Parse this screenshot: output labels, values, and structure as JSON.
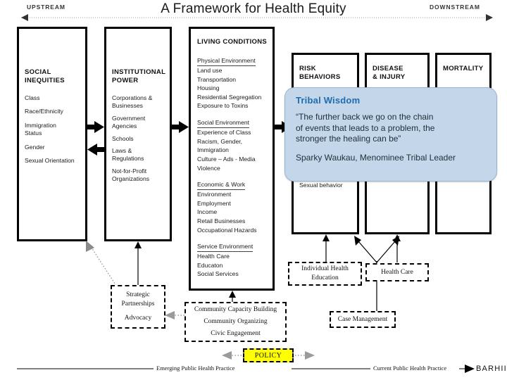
{
  "title": "A Framework for Health Equity",
  "stream": {
    "upstream": "UPSTREAM",
    "downstream": "DOWNSTREAM"
  },
  "colors": {
    "callout_bg": "#c3d6ea",
    "callout_title": "#1f6cb0",
    "policy_bg": "#ffff00",
    "box_border": "#000000",
    "dotted_arrow": "#8a8a8a"
  },
  "boxes": {
    "social_inequities": {
      "heading_line1": "SOCIAL",
      "heading_line2": "INEQUITIES",
      "items": [
        "Class",
        "Race/Ethnicity",
        "Immigration",
        "Status",
        "Gender",
        "Sexual Orientation"
      ]
    },
    "institutional_power": {
      "heading_line1": "INSTITUTIONAL",
      "heading_line2": "POWER",
      "items": [
        "Corporations &",
        "Businesses",
        "Government",
        "Agencies",
        "Schools",
        "Laws &",
        "Regulations",
        "Not-for-Profit",
        "Organizations"
      ]
    },
    "living_conditions": {
      "heading": "LIVING CONDITIONS",
      "groups": [
        {
          "subhead": "Physical Environment",
          "items": [
            "Land use",
            "Transportation",
            "Housing",
            "Residential Segregation",
            "Exposure to Toxins"
          ]
        },
        {
          "subhead": "Social Environment",
          "items": [
            "Experience of Class",
            "Racism, Gender,",
            "Immigration",
            "Culture – Ads - Media",
            "Violence"
          ]
        },
        {
          "subhead": "Economic & Work",
          "items": [
            "Environment",
            "Employment",
            "Income",
            "Retail Businesses",
            "Occupational Hazards"
          ]
        },
        {
          "subhead": "Service Environment",
          "items": [
            "Health Care",
            "Educaton",
            "Social Services"
          ]
        }
      ]
    },
    "risk_behaviors": {
      "heading_line1": "RISK",
      "heading_line2": "BEHAVIORS",
      "items": [
        "Sexual behavior"
      ]
    },
    "disease_injury": {
      "heading_line1": "DISEASE",
      "heading_line2": "& INJURY",
      "items": []
    },
    "mortality": {
      "heading_line1": "MORTALITY",
      "heading_line2": "",
      "items": []
    }
  },
  "callout": {
    "title": "Tribal Wisdom",
    "quote_line1": "“The further back we go on the chain",
    "quote_line2": "of events that leads to a problem, the",
    "quote_line3": "stronger the healing can be”",
    "attribution": "Sparky Waukau, Menominee Tribal Leader"
  },
  "interventions": {
    "strategic_partnerships": [
      "Strategic",
      "Partnerships",
      "Advocacy"
    ],
    "community_capacity": [
      "Community Capacity Building",
      "Community Organizing",
      "Civic Engagement"
    ],
    "individual_health_education": [
      "Individual Health",
      "Education"
    ],
    "health_care": [
      "Health Care"
    ],
    "case_management": [
      "Case Management"
    ],
    "policy": "POLICY"
  },
  "rail": {
    "left_label": "Emerging Public Health Practice",
    "right_label": "Current Public Health Practice",
    "logo": "BARHII"
  }
}
